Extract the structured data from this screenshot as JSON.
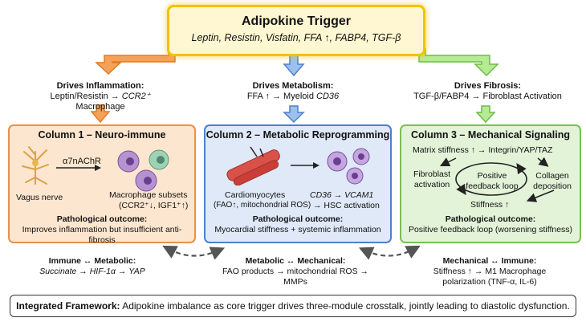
{
  "trigger": {
    "title": "Adipokine Trigger",
    "subtitle": "Leptin, Resistin, Visfatin, FFA ↑, FABP4, TGF-β"
  },
  "drives": [
    {
      "label": "Drives Inflammation:",
      "detail_pre": "Leptin/Resistin → ",
      "detail_em": "CCR2⁺",
      "detail_post": " Macrophage"
    },
    {
      "label": "Drives Metabolism:",
      "detail_pre": "FFA ↑ → Myeloid ",
      "detail_em": "CD36",
      "detail_post": ""
    },
    {
      "label": "Drives Fibrosis:",
      "detail_pre": "TGF-β/FABP4 → Fibroblast Activation",
      "detail_em": "",
      "detail_post": ""
    }
  ],
  "col1": {
    "title": "Column 1 – Neuro-immune",
    "receptor": "α7nAChR",
    "nerve_label": "Vagus nerve",
    "subsets_label": "Macrophage subsets",
    "subsets_detail": "(CCR2⁺↓, IGF1⁺↑)",
    "outcome_label": "Pathological outcome:",
    "outcome_text": "Improves inflammation but insufficient anti-fibrosis"
  },
  "col2": {
    "title": "Column 2 – Metabolic Reprogramming",
    "cardio_label": "Cardiomyocytes",
    "cardio_detail": "(FAO↑, mitochondrial ROS)",
    "cd36_label": "CD36 → VCAM1",
    "hsc_label": "→ HSC activation",
    "outcome_label": "Pathological outcome:",
    "outcome_text": "Myocardial stiffness + systemic inflammation"
  },
  "col3": {
    "title": "Column 3 – Mechanical Signaling",
    "matrix_label": "Matrix stiffness ↑ → Integrin/YAP/TAZ",
    "fibroblast_label_1": "Fibroblast",
    "fibroblast_label_2": "activation",
    "loop_label_1": "Positive",
    "loop_label_2": "feedback loop",
    "collagen_label_1": "Collagen",
    "collagen_label_2": "deposition",
    "stiffness_label": "Stiffness ↑",
    "outcome_label": "Pathological outcome:",
    "outcome_text": "Positive feedback loop (worsening stiffness)"
  },
  "crosstalk": [
    {
      "label": "Immune ↔ Metabolic:",
      "detail": "Succinate → HIF-1α → YAP"
    },
    {
      "label": "Metabolic ↔ Mechanical:",
      "detail": "FAO products → mitochondrial ROS → MMPs"
    },
    {
      "label": "Mechanical ↔ Immune:",
      "detail_1": "Stiffness ↑ → M1 Macrophage",
      "detail_2": "polarization (TNF-α, IL-6)"
    }
  ],
  "framework": {
    "label": "Integrated Framework:",
    "text": " Adipokine imbalance as core trigger drives three-module crosstalk, jointly leading to diastolic dysfunction."
  },
  "colors": {
    "trigger_border": "#f2c200",
    "inflammation": "#f08a2c",
    "metabolism": "#5b8fd8",
    "fibrosis": "#8dd36b"
  }
}
